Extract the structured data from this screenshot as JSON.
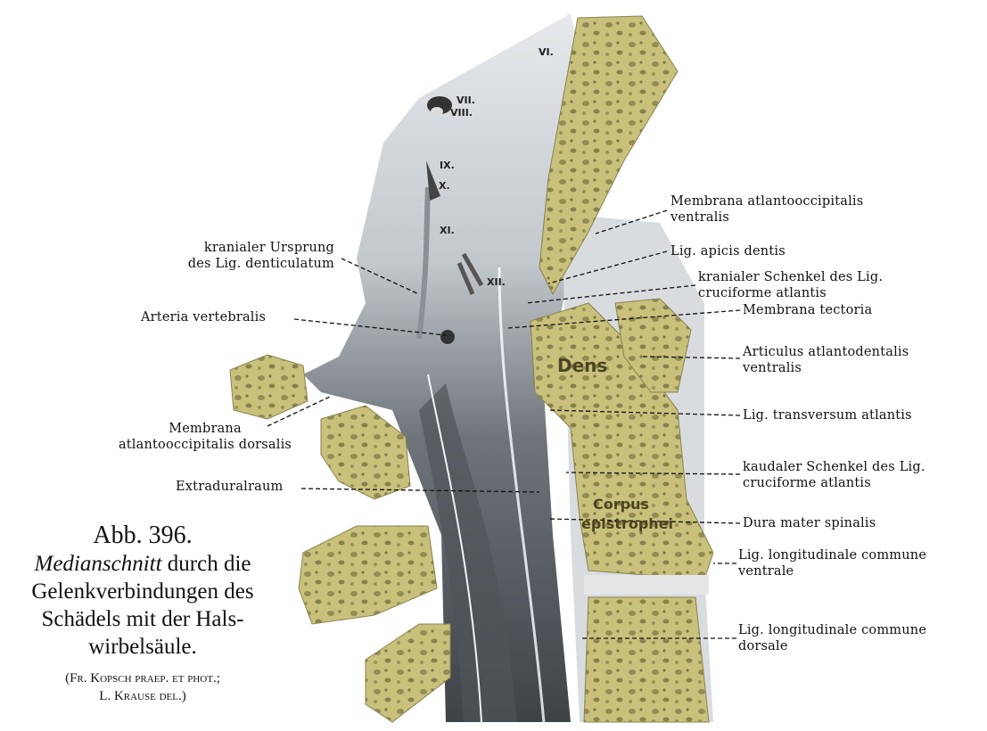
{
  "caption": {
    "figure_number": "Abb. 396.",
    "title_italic": "Medianschnitt",
    "title_rest_1": " durch die",
    "title_line_2": "Gelenkverbindungen des",
    "title_line_3": "Schädels mit der Hals-",
    "title_line_4": "wirbelsäule.",
    "credit_line_1": "(Fr. Kopsch praep. et phot.;",
    "credit_line_2": "L. Krause del.)"
  },
  "labels_right": {
    "membrana_atlantooccipitalis_ventralis": [
      "Membrana atlantooccipitalis",
      "ventralis"
    ],
    "lig_apicis_dentis": "Lig. apicis dentis",
    "kranialer_schenkel": [
      "kranialer Schenkel des Lig.",
      "cruciforme atlantis"
    ],
    "membrana_tectoria": "Membrana tectoria",
    "articulus_atlantodentalis": [
      "Articulus atlantodentalis",
      "ventralis"
    ],
    "lig_transversum": "Lig. transversum atlantis",
    "kaudaler_schenkel": [
      "kaudaler Schenkel des Lig.",
      "cruciforme atlantis"
    ],
    "dura_mater": "Dura mater spinalis",
    "lig_long_ventrale": [
      "Lig. longitudinale commune",
      "ventrale"
    ],
    "lig_long_dorsale": [
      "Lig. longitudinale commune",
      "dorsale"
    ]
  },
  "labels_left": {
    "kranialer_ursprung": [
      "kranialer Ursprung",
      "des Lig. denticulatum"
    ],
    "arteria_vertebralis": "Arteria vertebralis",
    "membrana_dorsalis": [
      "Membrana",
      "atlantooccipitalis dorsalis"
    ],
    "extraduralraum": "Extraduralraum"
  },
  "in_figure": {
    "dens": "Dens",
    "corpus": [
      "Corpus",
      "epistrophei"
    ],
    "nerves": [
      "VI.",
      "VII.",
      "VIII.",
      "IX.",
      "X.",
      "XI.",
      "XII."
    ]
  },
  "colors": {
    "bone": "#c9c07c",
    "bone_dark": "#6b6535",
    "tissue": "#d5d9dd",
    "cord": "#5b6167"
  }
}
